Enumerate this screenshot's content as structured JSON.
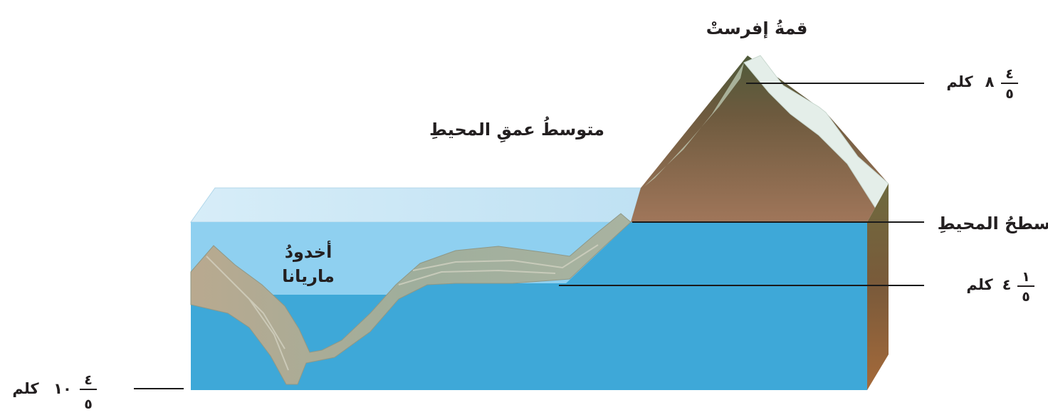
{
  "labels": {
    "everest_summit": "قمةُ إفرستْ",
    "average_ocean_depth": "متوسطُ عمقِ المحيطِ",
    "ocean_surface": "سطحُ المحيطِ",
    "mariana_trench_line1": "أخدودُ",
    "mariana_trench_line2": "ماريانا"
  },
  "measurements": {
    "everest_height": {
      "whole": "٨",
      "numerator": "٤",
      "denominator": "٥",
      "unit": "كلم"
    },
    "average_depth": {
      "whole": "٤",
      "numerator": "١",
      "denominator": "٥",
      "unit": "كلم"
    },
    "trench_depth": {
      "whole": "١٠",
      "numerator": "٤",
      "denominator": "٥",
      "unit": "كلم"
    }
  },
  "colors": {
    "water_front": "#3fa9d6",
    "water_top": "#cfe8f6",
    "water_shallow": "#8ccfef",
    "seabed": "#a7b09a",
    "rock": "#8b6b4c",
    "rock_side": "#7a5a3a",
    "snow": "#e3ede8",
    "vegetation": "#6f8f4f",
    "leader_line": "#1a1a1a"
  }
}
